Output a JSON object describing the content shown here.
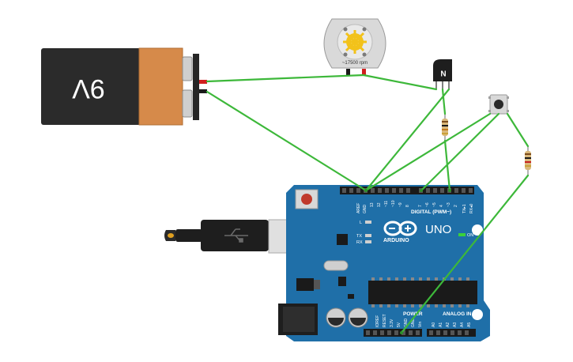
{
  "battery": {
    "label": "9V"
  },
  "motor": {
    "speed_label": "~17500 rpm"
  },
  "transistor": {
    "label": "N"
  },
  "arduino": {
    "brand": "ARDUINO",
    "model": "UNO",
    "on_label": "ON",
    "l_label": "L",
    "tx_label": "TX",
    "rx_label": "RX",
    "digital_label": "DIGITAL (PWM~)",
    "power_label": "POWER",
    "analog_label": "ANALOG IN",
    "top_pins": [
      "AREF",
      "GND",
      "13",
      "12",
      "~11",
      "~10",
      "~9",
      "8",
      "7",
      "~6",
      "~5",
      "4",
      "~3",
      "2",
      "TX▸1",
      "RX◂0"
    ],
    "bottom_pins": [
      "IOREF",
      "RESET",
      "3.3V",
      "5V",
      "GND",
      "GND",
      "Vin",
      "A0",
      "A1",
      "A2",
      "A3",
      "A4",
      "A5"
    ]
  },
  "colors": {
    "wire": "#3db83a",
    "board": "#1f6fa8",
    "battery_dark": "#2b2b2b",
    "battery_copper": "#d68a4a"
  }
}
